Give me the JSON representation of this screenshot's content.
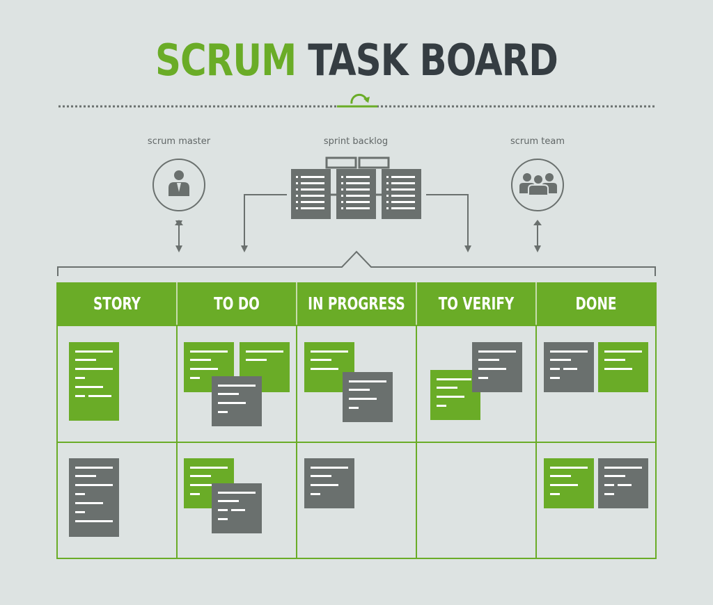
{
  "title": {
    "part1": "SCRUM",
    "part2": "TASK BOARD"
  },
  "labels": {
    "scrum_master": "scrum master",
    "sprint_backlog": "sprint backlog",
    "scrum_team": "scrum team"
  },
  "columns": [
    "STORY",
    "TO DO",
    "IN PROGRESS",
    "TO VERIFY",
    "DONE"
  ],
  "colors": {
    "green": "#6aac27",
    "gray": "#6a706e",
    "dark": "#353d42",
    "line": "#6a706e",
    "background": "#dde3e2"
  },
  "icons": {
    "scrum_master": "businessman-icon",
    "scrum_team": "team-icon",
    "cycle": "cycle-arrow-icon",
    "backlog": "document-stack-icon"
  },
  "cards": [
    {
      "column": "STORY",
      "row": 1,
      "color": "green"
    },
    {
      "column": "TO DO",
      "row": 1,
      "color": "green"
    },
    {
      "column": "TO DO",
      "row": 1,
      "color": "green"
    },
    {
      "column": "TO DO",
      "row": 1,
      "color": "gray"
    },
    {
      "column": "IN PROGRESS",
      "row": 1,
      "color": "green"
    },
    {
      "column": "IN PROGRESS",
      "row": 1,
      "color": "gray"
    },
    {
      "column": "TO VERIFY",
      "row": 1,
      "color": "green"
    },
    {
      "column": "TO VERIFY",
      "row": 1,
      "color": "gray"
    },
    {
      "column": "DONE",
      "row": 1,
      "color": "gray"
    },
    {
      "column": "DONE",
      "row": 1,
      "color": "green"
    },
    {
      "column": "STORY",
      "row": 2,
      "color": "gray"
    },
    {
      "column": "TO DO",
      "row": 2,
      "color": "green"
    },
    {
      "column": "TO DO",
      "row": 2,
      "color": "gray"
    },
    {
      "column": "IN PROGRESS",
      "row": 2,
      "color": "gray"
    },
    {
      "column": "DONE",
      "row": 2,
      "color": "green"
    },
    {
      "column": "DONE",
      "row": 2,
      "color": "gray"
    }
  ]
}
